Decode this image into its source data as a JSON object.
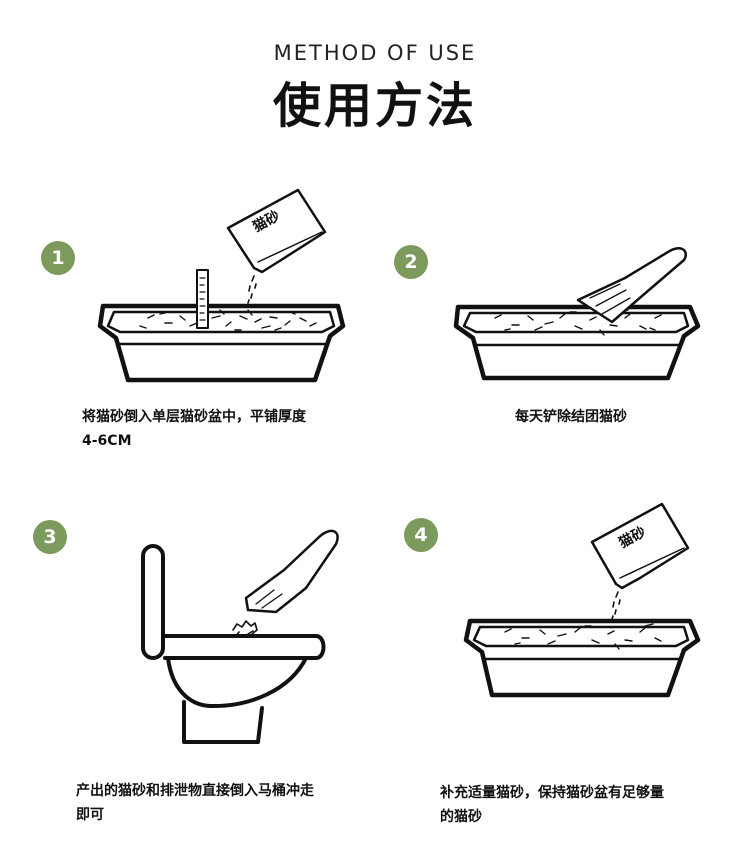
{
  "header": {
    "title_en": "METHOD OF USE",
    "title_cn": "使用方法"
  },
  "steps": [
    {
      "number": "1",
      "bag_label": "猫砂",
      "caption": "将猫砂倒入单层猫砂盆中，平铺厚度\n4-6CM"
    },
    {
      "number": "2",
      "caption": "每天铲除结团猫砂"
    },
    {
      "number": "3",
      "caption": "产出的猫砂和排泄物直接倒入马桶冲走\n即可"
    },
    {
      "number": "4",
      "bag_label": "猫砂",
      "caption": "补充适量猫砂，保持猫砂盆有足够量\n的猫砂"
    }
  ],
  "colors": {
    "accent": "#7c9a5c",
    "line": "#111111"
  }
}
